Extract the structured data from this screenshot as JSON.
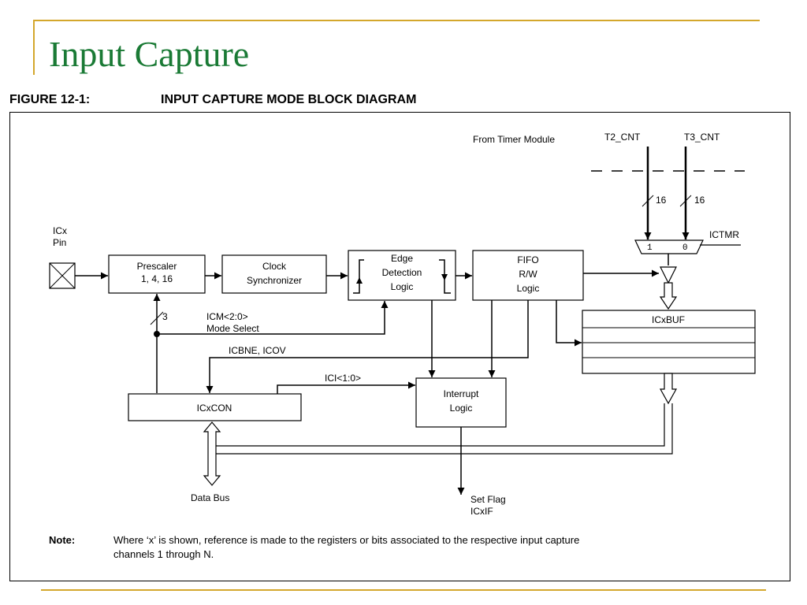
{
  "slide": {
    "title": "Input Capture"
  },
  "figure": {
    "label": "FIGURE 12-1:",
    "title": "INPUT CAPTURE MODE BLOCK DIAGRAM"
  },
  "diagram": {
    "timer_source": "From Timer Module",
    "t2": "T2_CNT",
    "t3": "T3_CNT",
    "bus_width_t2": "16",
    "bus_width_t3": "16",
    "mux_in_1": "1",
    "mux_in_0": "0",
    "mux_select": "ICTMR",
    "pin_line1": "ICx",
    "pin_line2": "Pin",
    "prescaler_line1": "Prescaler",
    "prescaler_line2": "1, 4, 16",
    "clock_line1": "Clock",
    "clock_line2": "Synchronizer",
    "edge_line1": "Edge",
    "edge_line2": "Detection",
    "edge_line3": "Logic",
    "fifo_line1": "FIFO",
    "fifo_line2": "R/W",
    "fifo_line3": "Logic",
    "icxbuf": "ICxBUF",
    "mode_bits": "3",
    "mode_line1": "ICM<2:0>",
    "mode_line2": "Mode Select",
    "status_bits": "ICBNE, ICOV",
    "ici_bits": "ICI<1:0>",
    "icxcon": "ICxCON",
    "interrupt_line1": "Interrupt",
    "interrupt_line2": "Logic",
    "data_bus": "Data Bus",
    "set_flag_line1": "Set Flag",
    "set_flag_line2": "ICxIF",
    "note_label": "Note:",
    "note_line1": "Where ‘x’ is shown, reference is made to the registers or bits associated to the respective input capture",
    "note_line2": "channels 1 through N."
  }
}
